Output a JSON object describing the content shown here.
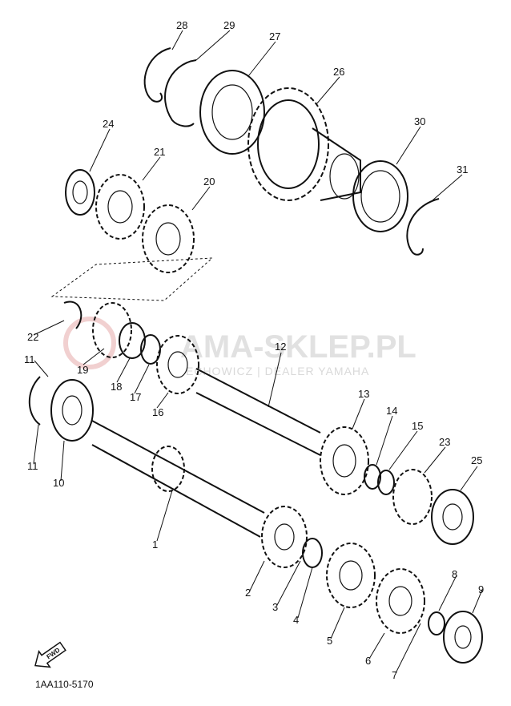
{
  "diagram": {
    "code": "1AA110-5170",
    "forward_marker": "FWD",
    "watermark": {
      "main": "AMA-SKLEP.PL",
      "sub": "ECHOWICZ | DEALER YAMAHA"
    },
    "part_numbers": [
      "1",
      "2",
      "3",
      "4",
      "5",
      "6",
      "7",
      "8",
      "9",
      "10",
      "11",
      "11",
      "12",
      "13",
      "14",
      "15",
      "16",
      "17",
      "18",
      "19",
      "20",
      "21",
      "22",
      "23",
      "24",
      "25",
      "26",
      "27",
      "28",
      "29",
      "30",
      "31"
    ]
  }
}
